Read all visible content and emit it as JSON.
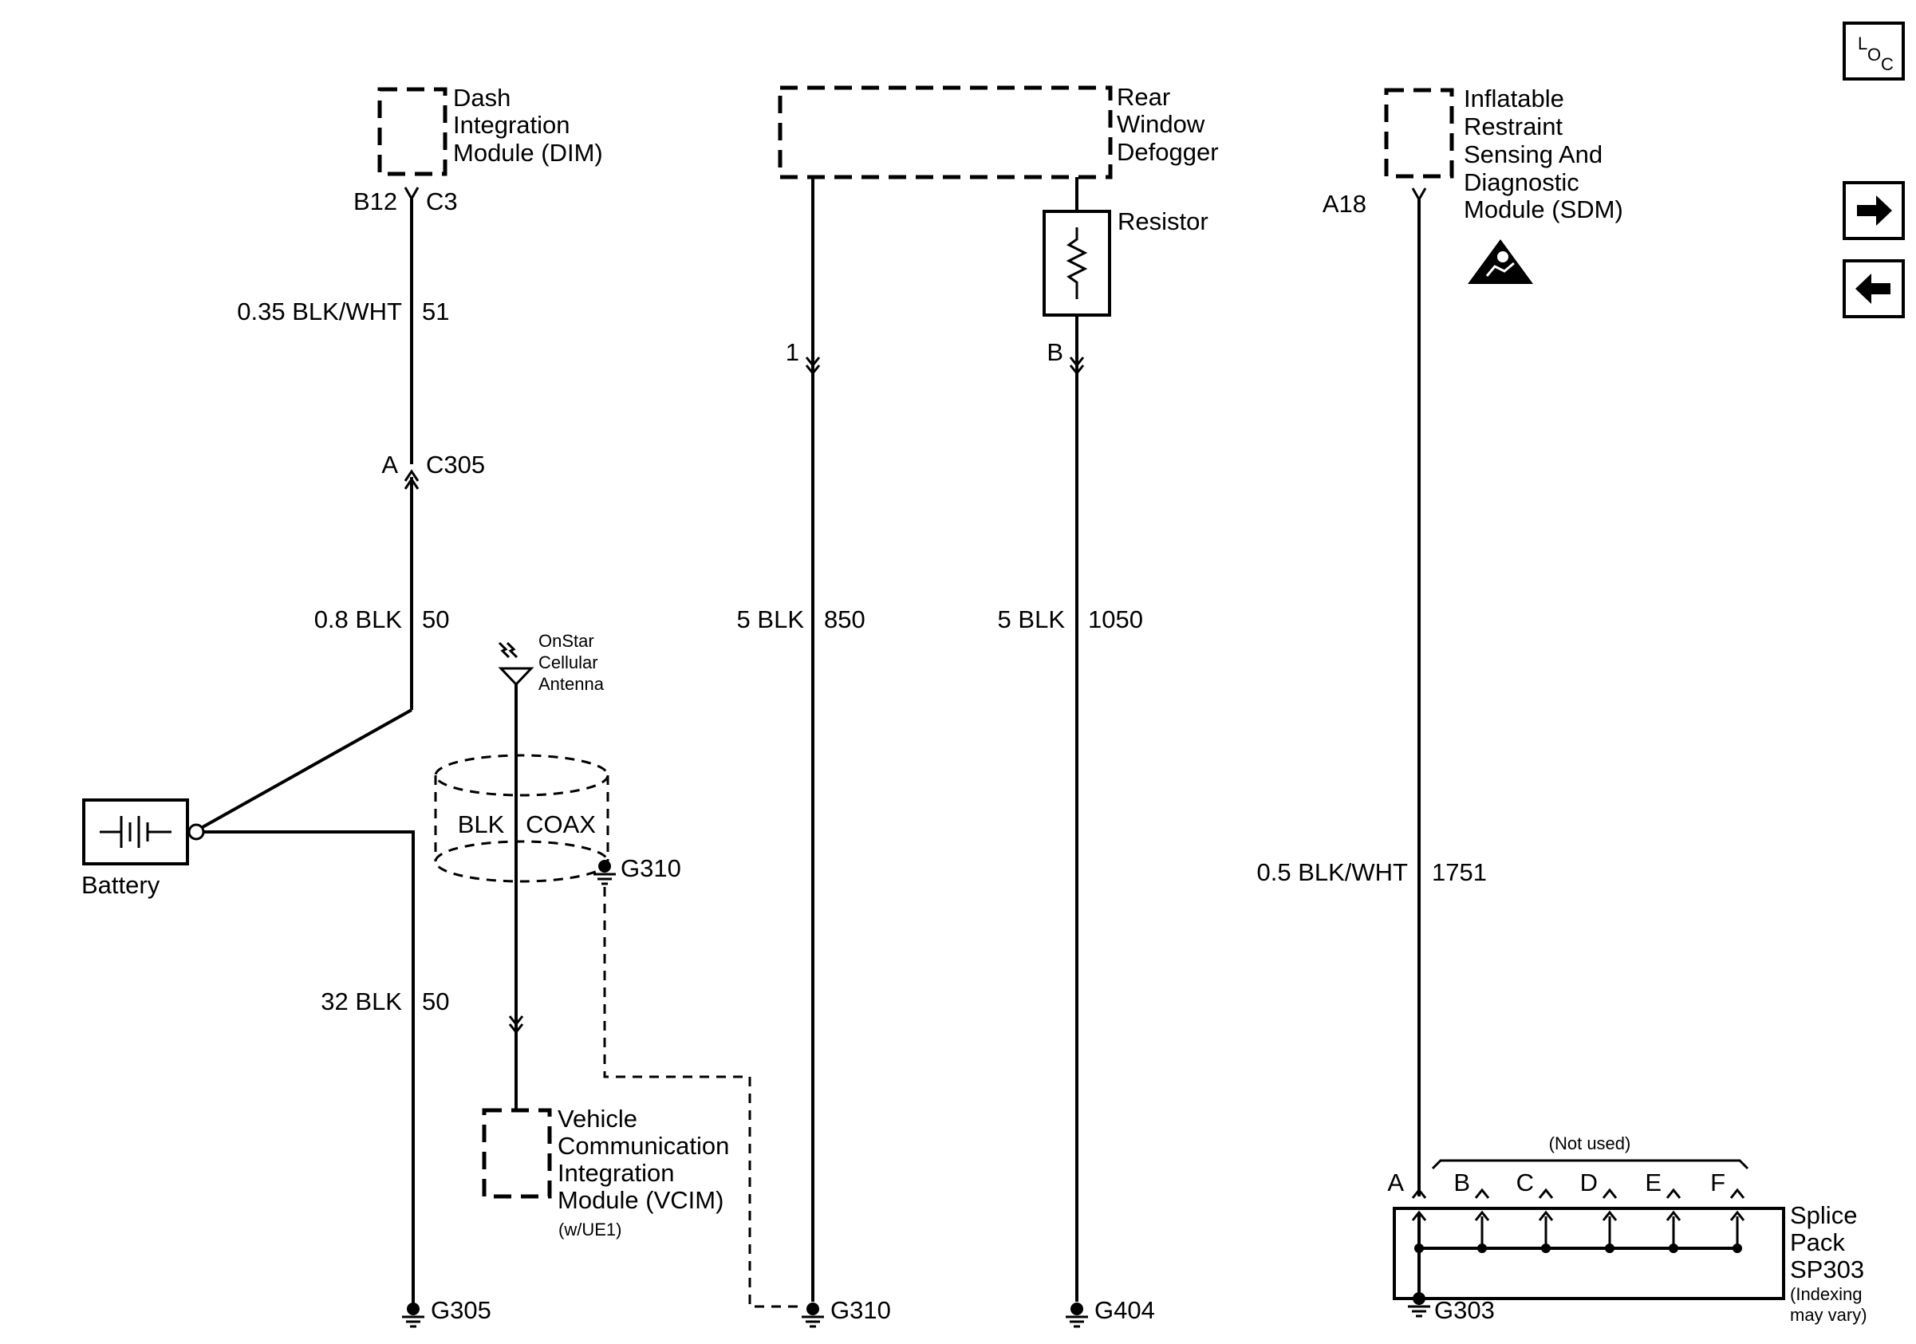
{
  "components": {
    "dim": {
      "line1": "Dash",
      "line2": "Integration",
      "line3": "Module (DIM)"
    },
    "rwd": {
      "line1": "Rear",
      "line2": "Window",
      "line3": "Defogger"
    },
    "sdm": {
      "line1": "Inflatable",
      "line2": "Restraint",
      "line3": "Sensing And",
      "line4": "Diagnostic",
      "line5": "Module (SDM)"
    },
    "resistor": "Resistor",
    "battery": "Battery",
    "antenna": {
      "line1": "OnStar",
      "line2": "Cellular",
      "line3": "Antenna"
    },
    "coax": {
      "left": "BLK",
      "right": "COAX"
    },
    "vcim": {
      "line1": "Vehicle",
      "line2": "Communication",
      "line3": "Integration",
      "line4": "Module (VCIM)",
      "note": "(w/UE1)"
    },
    "splice": {
      "line1": "Splice",
      "line2": "Pack",
      "line3": "SP303",
      "note1": "(Indexing",
      "note2": "may vary)",
      "not_used": "(Not used)",
      "pins": [
        "A",
        "B",
        "C",
        "D",
        "E",
        "F"
      ]
    }
  },
  "pins": {
    "dim_pin": "B12",
    "dim_connector": "C3",
    "c305_pin": "A",
    "c305_connector": "C305",
    "rwd_pin": "1",
    "resistor_pin": "B",
    "sdm_pin": "A18"
  },
  "wires": {
    "w51": {
      "gauge": "0.35 BLK/WHT",
      "circuit": "51"
    },
    "w50a": {
      "gauge": "0.8 BLK",
      "circuit": "50"
    },
    "w50b": {
      "gauge": "32 BLK",
      "circuit": "50"
    },
    "w850": {
      "gauge": "5 BLK",
      "circuit": "850"
    },
    "w1050": {
      "gauge": "5 BLK",
      "circuit": "1050"
    },
    "w1751": {
      "gauge": "0.5 BLK/WHT",
      "circuit": "1751"
    }
  },
  "grounds": {
    "g305": "G305",
    "g310_top": "G310",
    "g310": "G310",
    "g404": "G404",
    "g303": "G303"
  },
  "navigation": {
    "loc_l": "L",
    "loc_o": "O",
    "loc_c": "C",
    "next_icon": "right-arrow-icon",
    "prev_icon": "left-arrow-icon"
  }
}
